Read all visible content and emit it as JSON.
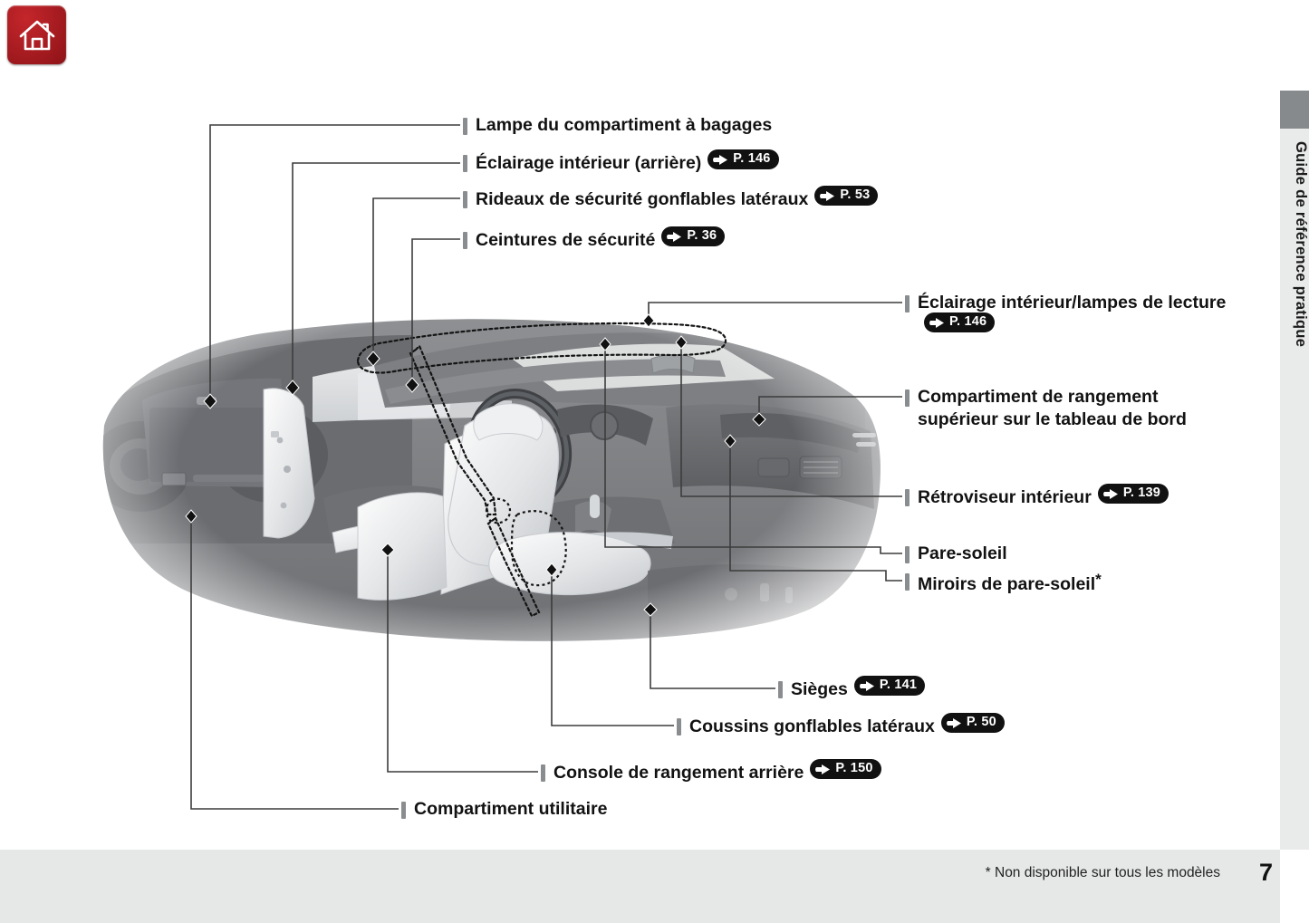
{
  "page": {
    "number": "7",
    "footnote": "* Non disponible sur tous les modèles",
    "side_tab_label": "Guide de référence pratique",
    "home_icon": "home-icon",
    "accent_red": "#ad1e23",
    "tick_gray": "#8a8d8f",
    "badge_black": "#111111",
    "footer_band": "#e6e8e8",
    "side_tab_band": "#e9eaea",
    "side_tab_cap": "#878a8c"
  },
  "illustration": {
    "name": "car-interior-cutaway",
    "description": "Vue en coupe de l'habitacle (grayscale)"
  },
  "callouts": [
    {
      "id": "lampe-compartiment-bagages",
      "text": "Lampe du compartiment à bagages",
      "badge": null,
      "asterisk": false
    },
    {
      "id": "eclairage-interieur-arriere",
      "text": "Éclairage intérieur (arrière)",
      "badge": "P. 146",
      "asterisk": false
    },
    {
      "id": "rideaux-securite-gonflables-lateraux",
      "text": "Rideaux de sécurité gonflables latéraux",
      "badge": "P. 53",
      "asterisk": false
    },
    {
      "id": "ceintures-de-securite",
      "text": "Ceintures de sécurité",
      "badge": "P. 36",
      "asterisk": false
    },
    {
      "id": "eclairage-interieur-lampes-lecture",
      "text": "Éclairage intérieur/lampes de lecture",
      "badge": "P. 146",
      "asterisk": false
    },
    {
      "id": "compartiment-rangement-superieur-tableau-bord",
      "text": "Compartiment de rangement supérieur sur le tableau de bord",
      "badge": null,
      "asterisk": false
    },
    {
      "id": "retroviseur-interieur",
      "text": "Rétroviseur intérieur",
      "badge": "P. 139",
      "asterisk": false
    },
    {
      "id": "pare-soleil",
      "text": "Pare-soleil",
      "badge": null,
      "asterisk": false
    },
    {
      "id": "miroirs-de-pare-soleil",
      "text": "Miroirs de pare-soleil",
      "badge": null,
      "asterisk": true
    },
    {
      "id": "sieges",
      "text": "Sièges",
      "badge": "P. 141",
      "asterisk": false
    },
    {
      "id": "coussins-gonflables-lateraux",
      "text": "Coussins gonflables latéraux",
      "badge": "P. 50",
      "asterisk": false
    },
    {
      "id": "console-de-rangement-arriere",
      "text": "Console de rangement arrière",
      "badge": "P. 150",
      "asterisk": false
    },
    {
      "id": "compartiment-utilitaire",
      "text": "Compartiment utilitaire",
      "badge": null,
      "asterisk": false
    }
  ]
}
